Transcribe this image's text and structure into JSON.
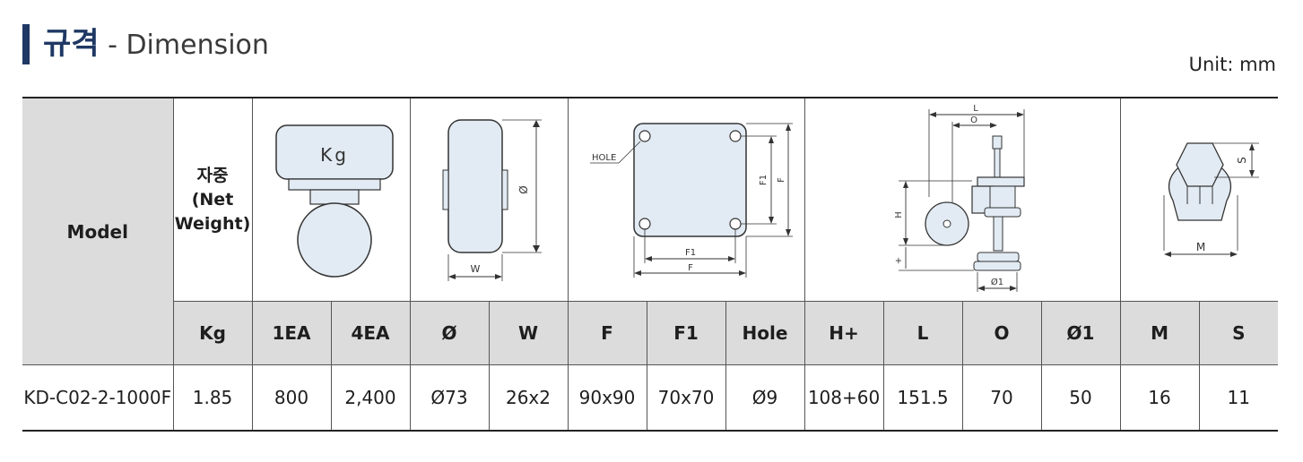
{
  "header": {
    "title_ko": "규격",
    "title_en": " - Dimension",
    "unit": "Unit: mm"
  },
  "table": {
    "model_header": "Model",
    "net_weight_label": [
      "자중",
      "(Net",
      "Weight)"
    ],
    "diagram_labels": {
      "kg": "Kg",
      "phi": "Ø",
      "w": "W",
      "hole": "HOLE",
      "f": "F",
      "f1": "F1",
      "l": "L",
      "o": "O",
      "h": "H",
      "plus": "+",
      "o1": "Ø1",
      "m": "M",
      "s": "S"
    },
    "columns": [
      "Kg",
      "1EA",
      "4EA",
      "Ø",
      "W",
      "F",
      "F1",
      "Hole",
      "H+",
      "L",
      "O",
      "Ø1",
      "M",
      "S"
    ],
    "row": [
      "KD-C02-2-1000F",
      "1.85",
      "800",
      "2,400",
      "Ø73",
      "26x2",
      "90x90",
      "70x70",
      "Ø9",
      "108+60",
      "151.5",
      "70",
      "50",
      "16",
      "11"
    ]
  },
  "colors": {
    "accent": "#1f3864",
    "header_fill": "#dcdcdc",
    "diagram_fill": "#e2ebf3"
  }
}
